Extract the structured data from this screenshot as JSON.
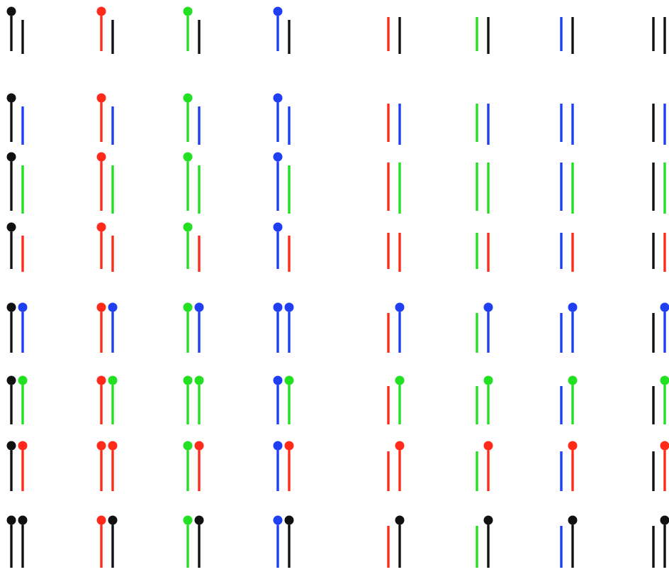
{
  "colors": {
    "black": "#111111",
    "red": "#ff2a1a",
    "green": "#22e022",
    "blue": "#1f3ff0",
    "background": "#ffffff"
  },
  "column_colors": [
    "black",
    "red",
    "green",
    "blue",
    "red",
    "green",
    "blue",
    "black"
  ],
  "rows": [
    {
      "second": "black",
      "first_knob": true,
      "second_knob": false
    },
    {
      "second": "blue",
      "first_knob": true,
      "second_knob": false
    },
    {
      "second": "green",
      "first_knob": true,
      "second_knob": false
    },
    {
      "second": "red",
      "first_knob": true,
      "second_knob": false
    },
    {
      "second": "blue",
      "first_knob": true,
      "second_knob": true
    },
    {
      "second": "green",
      "first_knob": true,
      "second_knob": true
    },
    {
      "second": "red",
      "first_knob": true,
      "second_knob": true
    },
    {
      "second": "black",
      "first_knob": true,
      "second_knob": true
    }
  ],
  "right_half_first_knob": false
}
